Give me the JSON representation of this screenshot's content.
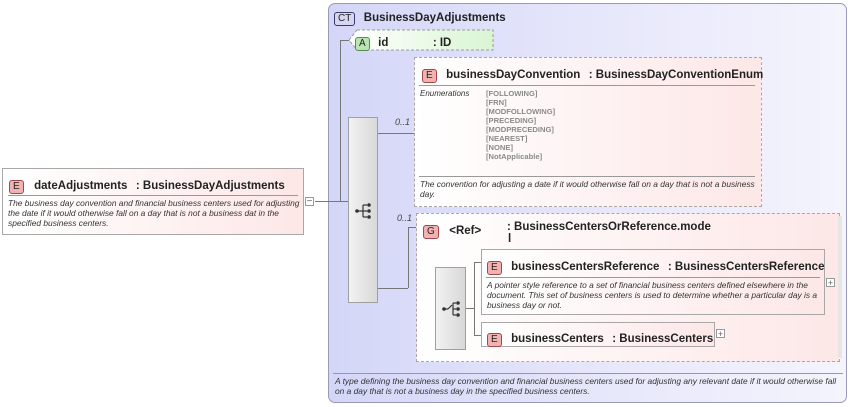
{
  "root": {
    "badge": "E",
    "name": "dateAdjustments",
    "type": ": BusinessDayAdjustments",
    "doc": "The business day convention and financial business centers used for adjusting the date if it would otherwise fall on a day that is not a business dat in the specified business centers."
  },
  "complex_type": {
    "badge": "CT",
    "name": "BusinessDayAdjustments",
    "doc": "A type defining the business day convention and financial business centers used for adjusting any relevant date if it would otherwise fall on a day that is not a business day in the specified business centers."
  },
  "attribute": {
    "badge": "A",
    "name": "id",
    "type": ": ID"
  },
  "convention": {
    "badge": "E",
    "name": "businessDayConvention",
    "type": ": BusinessDayConventionEnum",
    "cardinality": "0..1",
    "enum_label": "Enumerations",
    "enumerations": [
      "[FOLLOWING]",
      "[FRN]",
      "[MODFOLLOWING]",
      "[PRECEDING]",
      "[MODPRECEDING]",
      "[NEAREST]",
      "[NONE]",
      "[NotApplicable]"
    ],
    "doc": "The convention for adjusting a date if it would otherwise fall on a day that is not a business day."
  },
  "group": {
    "badge": "G",
    "ref": "<Ref>",
    "name": ": BusinessCentersOrReference.mode",
    "name_wrap": "l",
    "cardinality": "0..1"
  },
  "centers_reference": {
    "badge": "E",
    "name": "businessCentersReference",
    "type": ": BusinessCentersReference",
    "doc": "A pointer style reference to a set of financial business centers defined elsewhere in the document. This set of business centers is used to determine whether a particular day is a business day or not."
  },
  "centers": {
    "badge": "E",
    "name": "businessCenters",
    "type": ": BusinessCenters"
  },
  "icons": {
    "sequence": "sequence-icon",
    "choice": "choice-icon",
    "expand": "plus-icon",
    "collapse": "minus-icon"
  }
}
